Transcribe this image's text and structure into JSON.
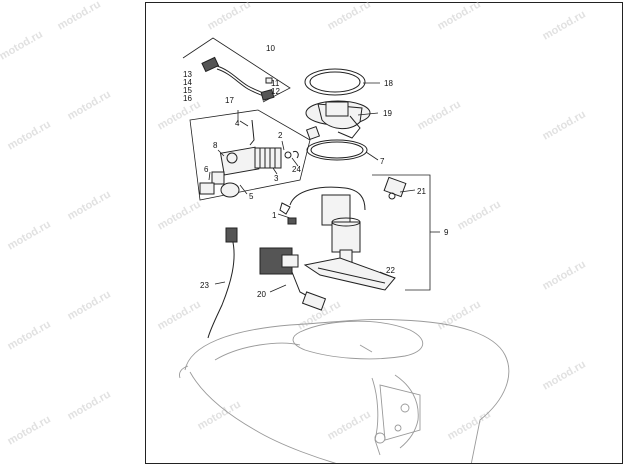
{
  "diagram": {
    "watermark": "motod.ru",
    "callouts": {
      "c1": "1",
      "c2": "2",
      "c3": "3",
      "c4": "4",
      "c5": "5",
      "c6": "6",
      "c7": "7",
      "c8": "8",
      "c9": "9",
      "c10": "10",
      "c11": "11",
      "c12": "12",
      "c13": "13",
      "c14": "14",
      "c15": "15",
      "c16": "16",
      "c17": "17",
      "c18": "18",
      "c19": "19",
      "c20": "20",
      "c21": "21",
      "c22": "22",
      "c23": "23",
      "c24": "24"
    }
  }
}
